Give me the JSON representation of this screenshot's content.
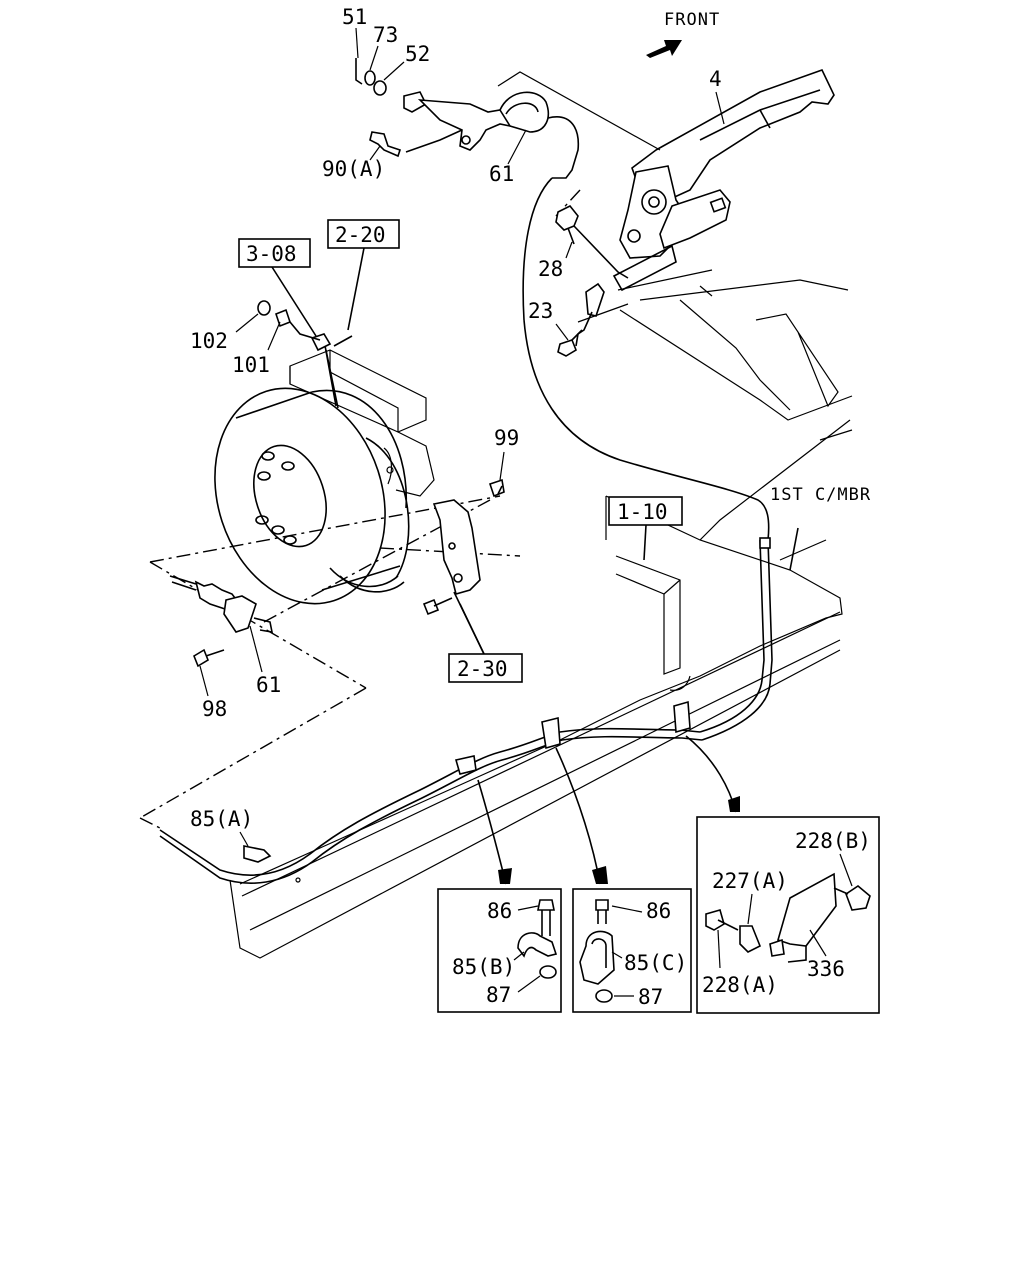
{
  "orientation": {
    "label": "FRONT",
    "arrow": "front-arrow-icon"
  },
  "reference_boxes": [
    "3-08",
    "2-20",
    "1-10",
    "2-30"
  ],
  "frame_label": "1ST C/MBR",
  "callouts": {
    "c51": "51",
    "c73": "73",
    "c52": "52",
    "c4": "4",
    "c90a": "90(A)",
    "c61_top": "61",
    "c28": "28",
    "c23": "23",
    "c102": "102",
    "c101": "101",
    "c99": "99",
    "c61_mid": "61",
    "c98": "98",
    "c85a": "85(A)"
  },
  "detail_boxes": [
    {
      "id": "clip-b",
      "labels": {
        "bolt": "86",
        "clip": "85(B)",
        "nut": "87"
      }
    },
    {
      "id": "clip-c",
      "labels": {
        "bolt": "86",
        "clip": "85(C)",
        "nut": "87"
      }
    },
    {
      "id": "bracket",
      "labels": {
        "bolt_b": "228(B)",
        "clip": "227(A)",
        "bolt_a": "228(A)",
        "bracket": "336"
      }
    }
  ]
}
